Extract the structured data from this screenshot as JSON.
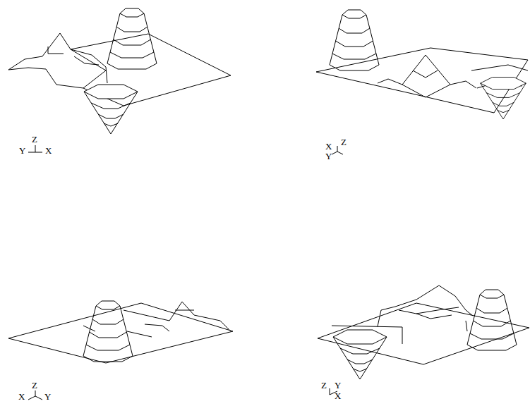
{
  "diagram": {
    "labels": [
      "Z",
      "Y",
      "X",
      "Z",
      "X",
      "Y",
      "Z",
      "X",
      "Y",
      "Z",
      "Y",
      "X"
    ]
  }
}
